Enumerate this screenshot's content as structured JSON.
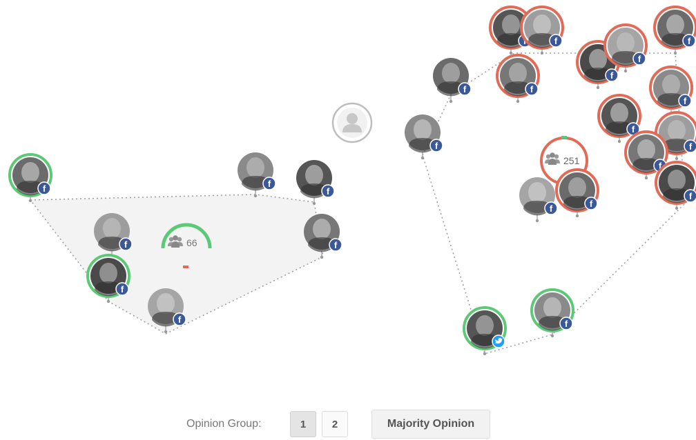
{
  "groups": [
    {
      "id": "group-1",
      "count_label": "66",
      "selected": true
    },
    {
      "id": "group-2",
      "count_label": "251",
      "selected": false
    }
  ],
  "footer": {
    "opinion_group_label": "Opinion Group:",
    "group_buttons": [
      "1",
      "2"
    ],
    "majority_opinion_label": "Majority Opinion"
  },
  "badges": {
    "facebook": "f",
    "twitter": "twitter-bird"
  },
  "colors": {
    "agree": "#5cc977",
    "disagree": "#e26b58",
    "badge_facebook": "#3b5998",
    "badge_twitter": "#1da1f2",
    "hull_fill": "#f3f3f3"
  }
}
